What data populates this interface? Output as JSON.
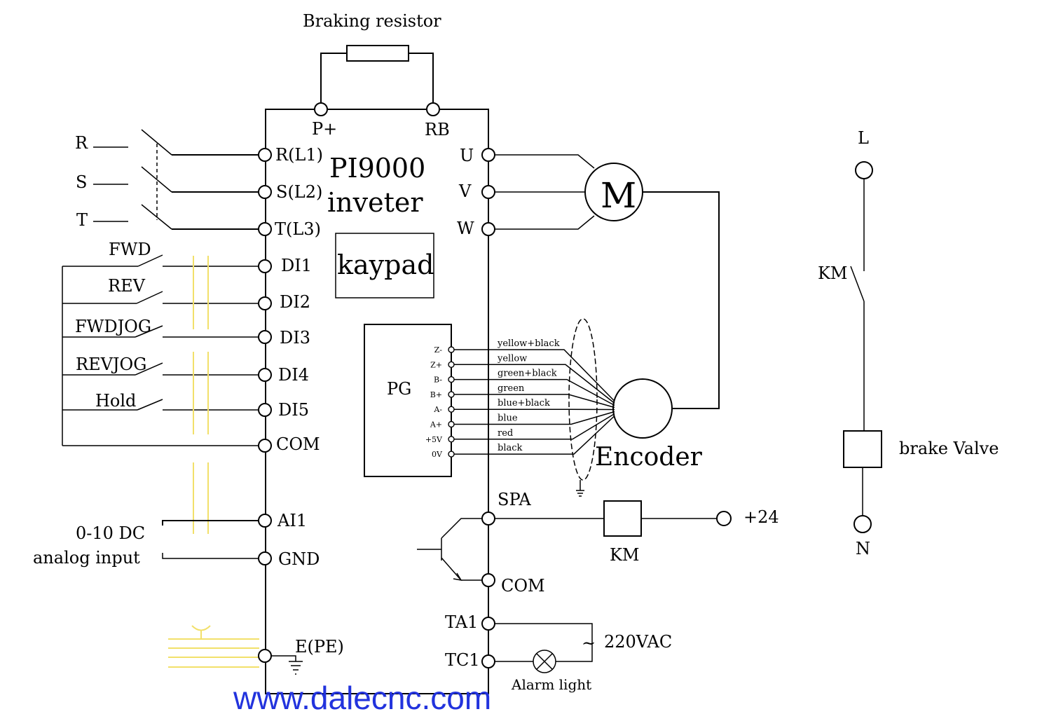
{
  "title": "Braking resistor",
  "inverter": {
    "name": "PI9000",
    "subname": "inveter",
    "keypad": "kaypad"
  },
  "terminals": {
    "p_plus": "P+",
    "rb": "RB",
    "r": "R(L1)",
    "s": "S(L2)",
    "t": "T(L3)",
    "u": "U",
    "v": "V",
    "w": "W",
    "di1": "DI1",
    "di2": "DI2",
    "di3": "DI3",
    "di4": "DI4",
    "di5": "DI5",
    "com": "COM",
    "ai1": "AI1",
    "gnd": "GND",
    "pe": "E(PE)",
    "spa": "SPA",
    "com2": "COM",
    "ta1": "TA1",
    "tc1": "TC1"
  },
  "supply": {
    "r": "R",
    "s": "S",
    "t": "T"
  },
  "inputs": {
    "fwd": "FWD",
    "rev": "REV",
    "fwdjog": "FWDJOG",
    "revjog": "REVJOG",
    "hold": "Hold"
  },
  "analog": {
    "line1": "0-10 DC",
    "line2": "analog input"
  },
  "motor": "M",
  "encoder": "Encoder",
  "pg": {
    "label": "PG",
    "pins": [
      "Z-",
      "Z+",
      "B-",
      "B+",
      "A-",
      "A+",
      "+5V",
      "0V"
    ],
    "wires": [
      "yellow+black",
      "yellow",
      "green+black",
      "green",
      "blue+black",
      "blue",
      "red",
      "black"
    ]
  },
  "relay": {
    "km": "KM",
    "plus24": "+24"
  },
  "alarm": {
    "voltage": "220VAC",
    "light": "Alarm light"
  },
  "brake": {
    "l": "L",
    "n": "N",
    "km": "KM",
    "valve": "brake Valve"
  },
  "watermark": "www.dalecnc.com"
}
